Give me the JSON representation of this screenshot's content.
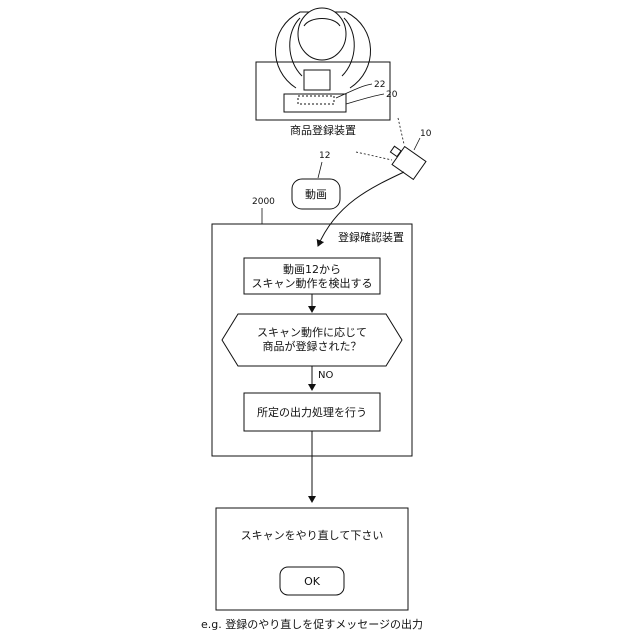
{
  "register_device": {
    "label": "商品登録装置",
    "ref_box": "22",
    "ref_device": "20"
  },
  "camera": {
    "ref": "10"
  },
  "video": {
    "ref": "12",
    "label": "動画"
  },
  "confirm_device": {
    "ref": "2000",
    "label": "登録確認装置",
    "step1_line1": "動画12から",
    "step1_line2": "スキャン動作を検出する",
    "decision_line1": "スキャン動作に応じて",
    "decision_line2": "商品が登録された？",
    "branch_label": "NO",
    "step2": "所定の出力処理を行う"
  },
  "output_screen": {
    "message": "スキャンをやり直して下さい",
    "ok_button": "OK",
    "caption": "e.g. 登録のやり直しを促すメッセージの出力"
  }
}
